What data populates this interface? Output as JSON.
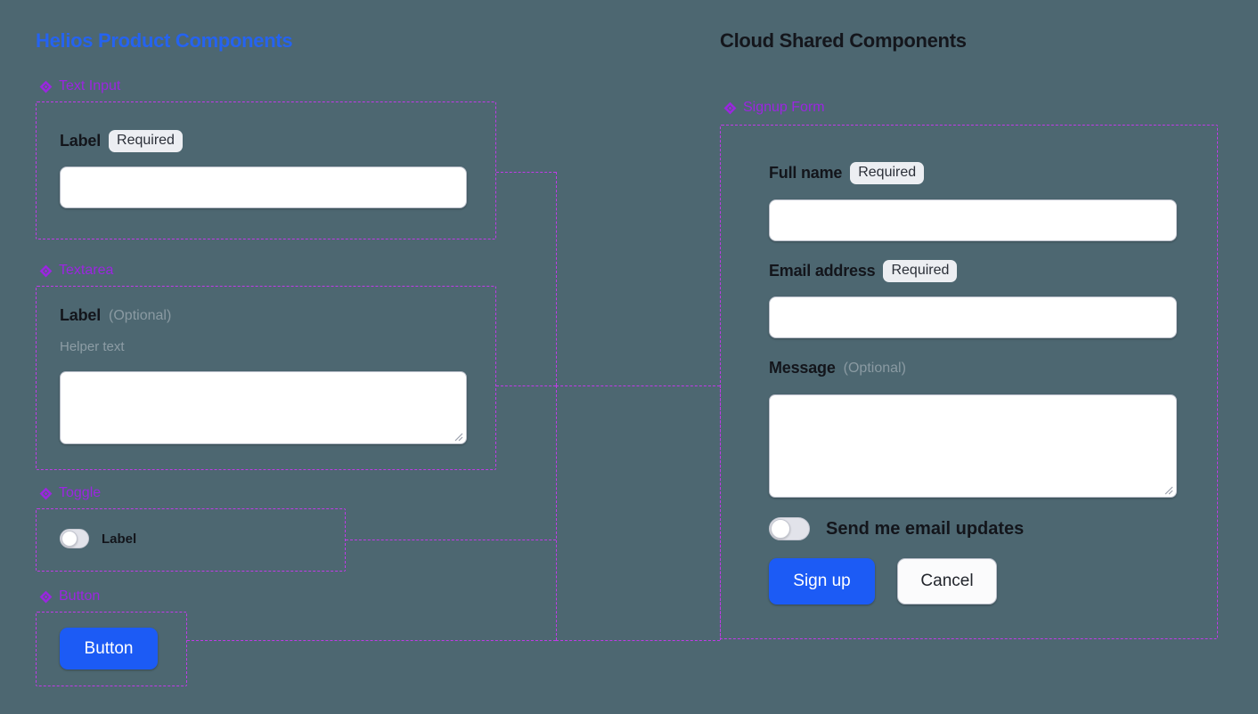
{
  "background_color": "#4d6771",
  "accent_colors": {
    "left_title": "#2563f0",
    "right_title": "#14161c",
    "component_label": "#9b26e0",
    "frame_dash": "#c13ae8",
    "primary_button": "#1c5bf5"
  },
  "left_panel": {
    "title": "Helios Product Components",
    "components": [
      {
        "name": "Text Input",
        "icon": "component-diamond-icon",
        "label": "Label",
        "badge": "Required",
        "input_value": "",
        "input_placeholder": ""
      },
      {
        "name": "Textarea",
        "icon": "component-diamond-icon",
        "label": "Label",
        "optional": "(Optional)",
        "helper_text": "Helper text",
        "textarea_value": "",
        "textarea_placeholder": ""
      },
      {
        "name": "Toggle",
        "icon": "component-diamond-icon",
        "toggle_label": "Label",
        "toggle_state": "off"
      },
      {
        "name": "Button",
        "icon": "component-diamond-icon",
        "button_label": "Button"
      }
    ]
  },
  "right_panel": {
    "title": "Cloud Shared Components",
    "component": {
      "name": "Signup Form",
      "icon": "component-diamond-icon",
      "fields": [
        {
          "label": "Full name",
          "badge": "Required",
          "value": "",
          "placeholder": ""
        },
        {
          "label": "Email address",
          "badge": "Required",
          "value": "",
          "placeholder": ""
        },
        {
          "label": "Message",
          "optional": "(Optional)",
          "value": "",
          "placeholder": ""
        }
      ],
      "toggle_label": "Send me email updates",
      "toggle_state": "off",
      "primary_button": "Sign up",
      "secondary_button": "Cancel"
    }
  }
}
